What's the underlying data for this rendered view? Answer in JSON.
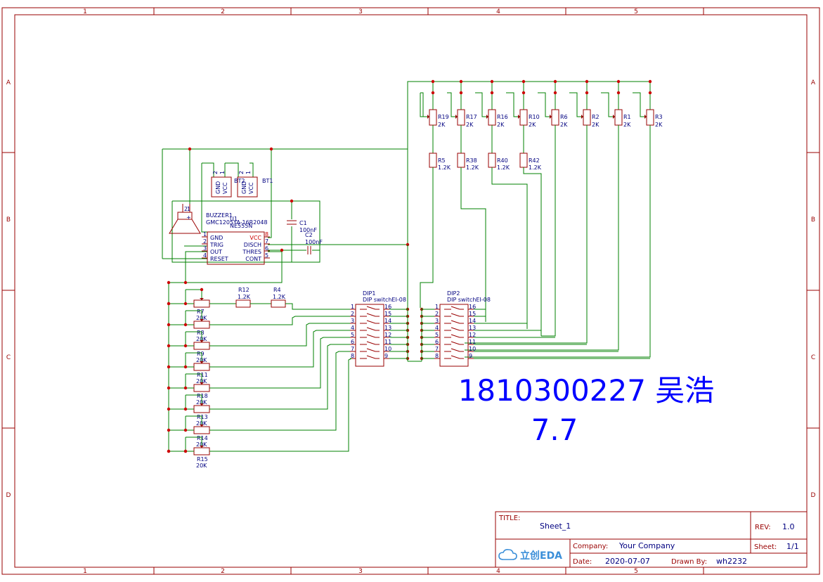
{
  "sheet": {
    "zone_columns": [
      "1",
      "2",
      "3",
      "4",
      "5"
    ],
    "zone_rows": [
      "A",
      "B",
      "C",
      "D"
    ]
  },
  "annotation": {
    "line1": "1810300227 吴浩",
    "line2": "7.7"
  },
  "title_block": {
    "title_label": "TITLE:",
    "title": "Sheet_1",
    "rev_label": "REV:",
    "rev": "1.0",
    "company_label": "Company:",
    "company": "Your Company",
    "sheet_label": "Sheet:",
    "sheet": "1/1",
    "date_label": "Date:",
    "date": "2020-07-07",
    "drawn_label": "Drawn By:",
    "drawn_by": "wh2232",
    "logo": "立创EDA"
  },
  "ne555": {
    "ref": "U1",
    "value": "NE555N",
    "left_pins": [
      {
        "num": "1",
        "name": "GND"
      },
      {
        "num": "2",
        "name": "TRIG"
      },
      {
        "num": "3",
        "name": "OUT"
      },
      {
        "num": "4",
        "name": "RESET"
      }
    ],
    "right_pins": [
      {
        "num": "8",
        "name": "VCC"
      },
      {
        "num": "7",
        "name": "DISCH"
      },
      {
        "num": "6",
        "name": "THRES"
      },
      {
        "num": "5",
        "name": "CONT"
      }
    ]
  },
  "buzzer": {
    "ref": "BUZZER1",
    "value": "GMC1205YA-16R2048",
    "pin1": "1",
    "pin2": "2"
  },
  "batteries": [
    {
      "ref": "BT2",
      "pin_gnd": "GND",
      "pin_vcc": "VCC",
      "num1": "1",
      "num2": "2"
    },
    {
      "ref": "BT1",
      "pin_gnd": "GND",
      "pin_vcc": "VCC",
      "num1": "1",
      "num2": "2"
    }
  ],
  "capacitors": [
    {
      "ref": "C1",
      "value": "100nF"
    },
    {
      "ref": "C2",
      "value": "100nF"
    }
  ],
  "top_pots": [
    {
      "ref": "R19",
      "value": "2K"
    },
    {
      "ref": "R17",
      "value": "2K"
    },
    {
      "ref": "R16",
      "value": "2K"
    },
    {
      "ref": "R10",
      "value": "2K"
    },
    {
      "ref": "R6",
      "value": "2K"
    },
    {
      "ref": "R2",
      "value": "2K"
    },
    {
      "ref": "R1",
      "value": "2K"
    },
    {
      "ref": "R3",
      "value": "2K"
    }
  ],
  "top_resistors": [
    {
      "ref": "R5",
      "value": "1.2K"
    },
    {
      "ref": "R38",
      "value": "1.2K"
    },
    {
      "ref": "R40",
      "value": "1.2K"
    },
    {
      "ref": "R42",
      "value": "1.2K"
    }
  ],
  "series_resistors": [
    {
      "ref": "R12",
      "value": "1.2K"
    },
    {
      "ref": "R4",
      "value": "1.2K"
    }
  ],
  "left_pots": [
    {
      "ref": "R7",
      "value": "20K"
    },
    {
      "ref": "R8",
      "value": "20K"
    },
    {
      "ref": "R9",
      "value": "20K"
    },
    {
      "ref": "R11",
      "value": "20K"
    },
    {
      "ref": "R18",
      "value": "20K"
    },
    {
      "ref": "R13",
      "value": "20K"
    },
    {
      "ref": "R14",
      "value": "20K"
    },
    {
      "ref": "R15",
      "value": "20K"
    }
  ],
  "dips": [
    {
      "ref": "DIP1",
      "value": "DIP switchEI-08",
      "left": [
        "1",
        "2",
        "3",
        "4",
        "5",
        "6",
        "7",
        "8"
      ],
      "right": [
        "16",
        "15",
        "14",
        "13",
        "12",
        "11",
        "10",
        "9"
      ]
    },
    {
      "ref": "DIP2",
      "value": "DIP switchEI-08",
      "left": [
        "1",
        "2",
        "3",
        "4",
        "5",
        "6",
        "7",
        "8"
      ],
      "right": [
        "16",
        "15",
        "14",
        "13",
        "12",
        "11",
        "10",
        "9"
      ]
    }
  ]
}
